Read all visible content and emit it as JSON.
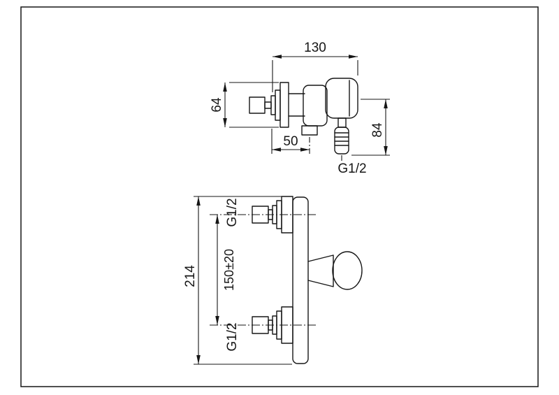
{
  "colors": {
    "line": "#161616",
    "background": "#ffffff"
  },
  "side_view": {
    "dim_width": "130",
    "dim_escutcheon_height": "64",
    "dim_outlet_offset": "50",
    "dim_handle_drop": "84",
    "outlet_thread": "G1/2"
  },
  "front_view": {
    "inlet_thread_top": "G1/2",
    "dim_inlet_spacing": "150±20",
    "dim_overall_height": "214",
    "inlet_thread_bottom": "G1/2"
  }
}
